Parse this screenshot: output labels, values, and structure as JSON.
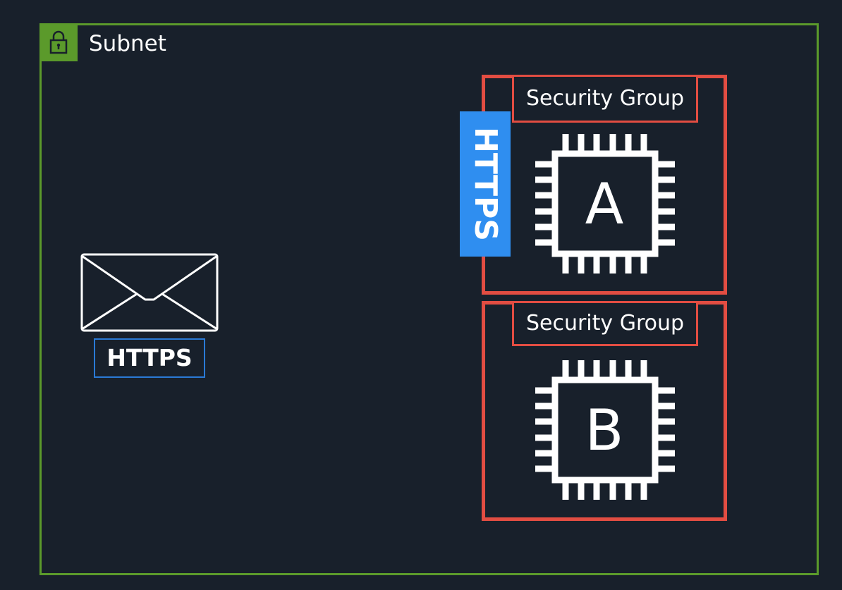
{
  "subnet": {
    "label": "Subnet",
    "icon": "lock-icon",
    "color": "#5b9a2b"
  },
  "message": {
    "icon": "envelope-icon",
    "protocol_label": "HTTPS",
    "label_border_color": "#2a7ad6"
  },
  "inbound_rule": {
    "label": "HTTPS",
    "color": "#2f8ef0"
  },
  "security_groups": [
    {
      "label": "Security Group",
      "instance": {
        "icon": "chip-icon",
        "label": "A"
      }
    },
    {
      "label": "Security Group",
      "instance": {
        "icon": "chip-icon",
        "label": "B"
      }
    }
  ],
  "colors": {
    "background": "#18202b",
    "security_group_border": "#e24d42"
  }
}
